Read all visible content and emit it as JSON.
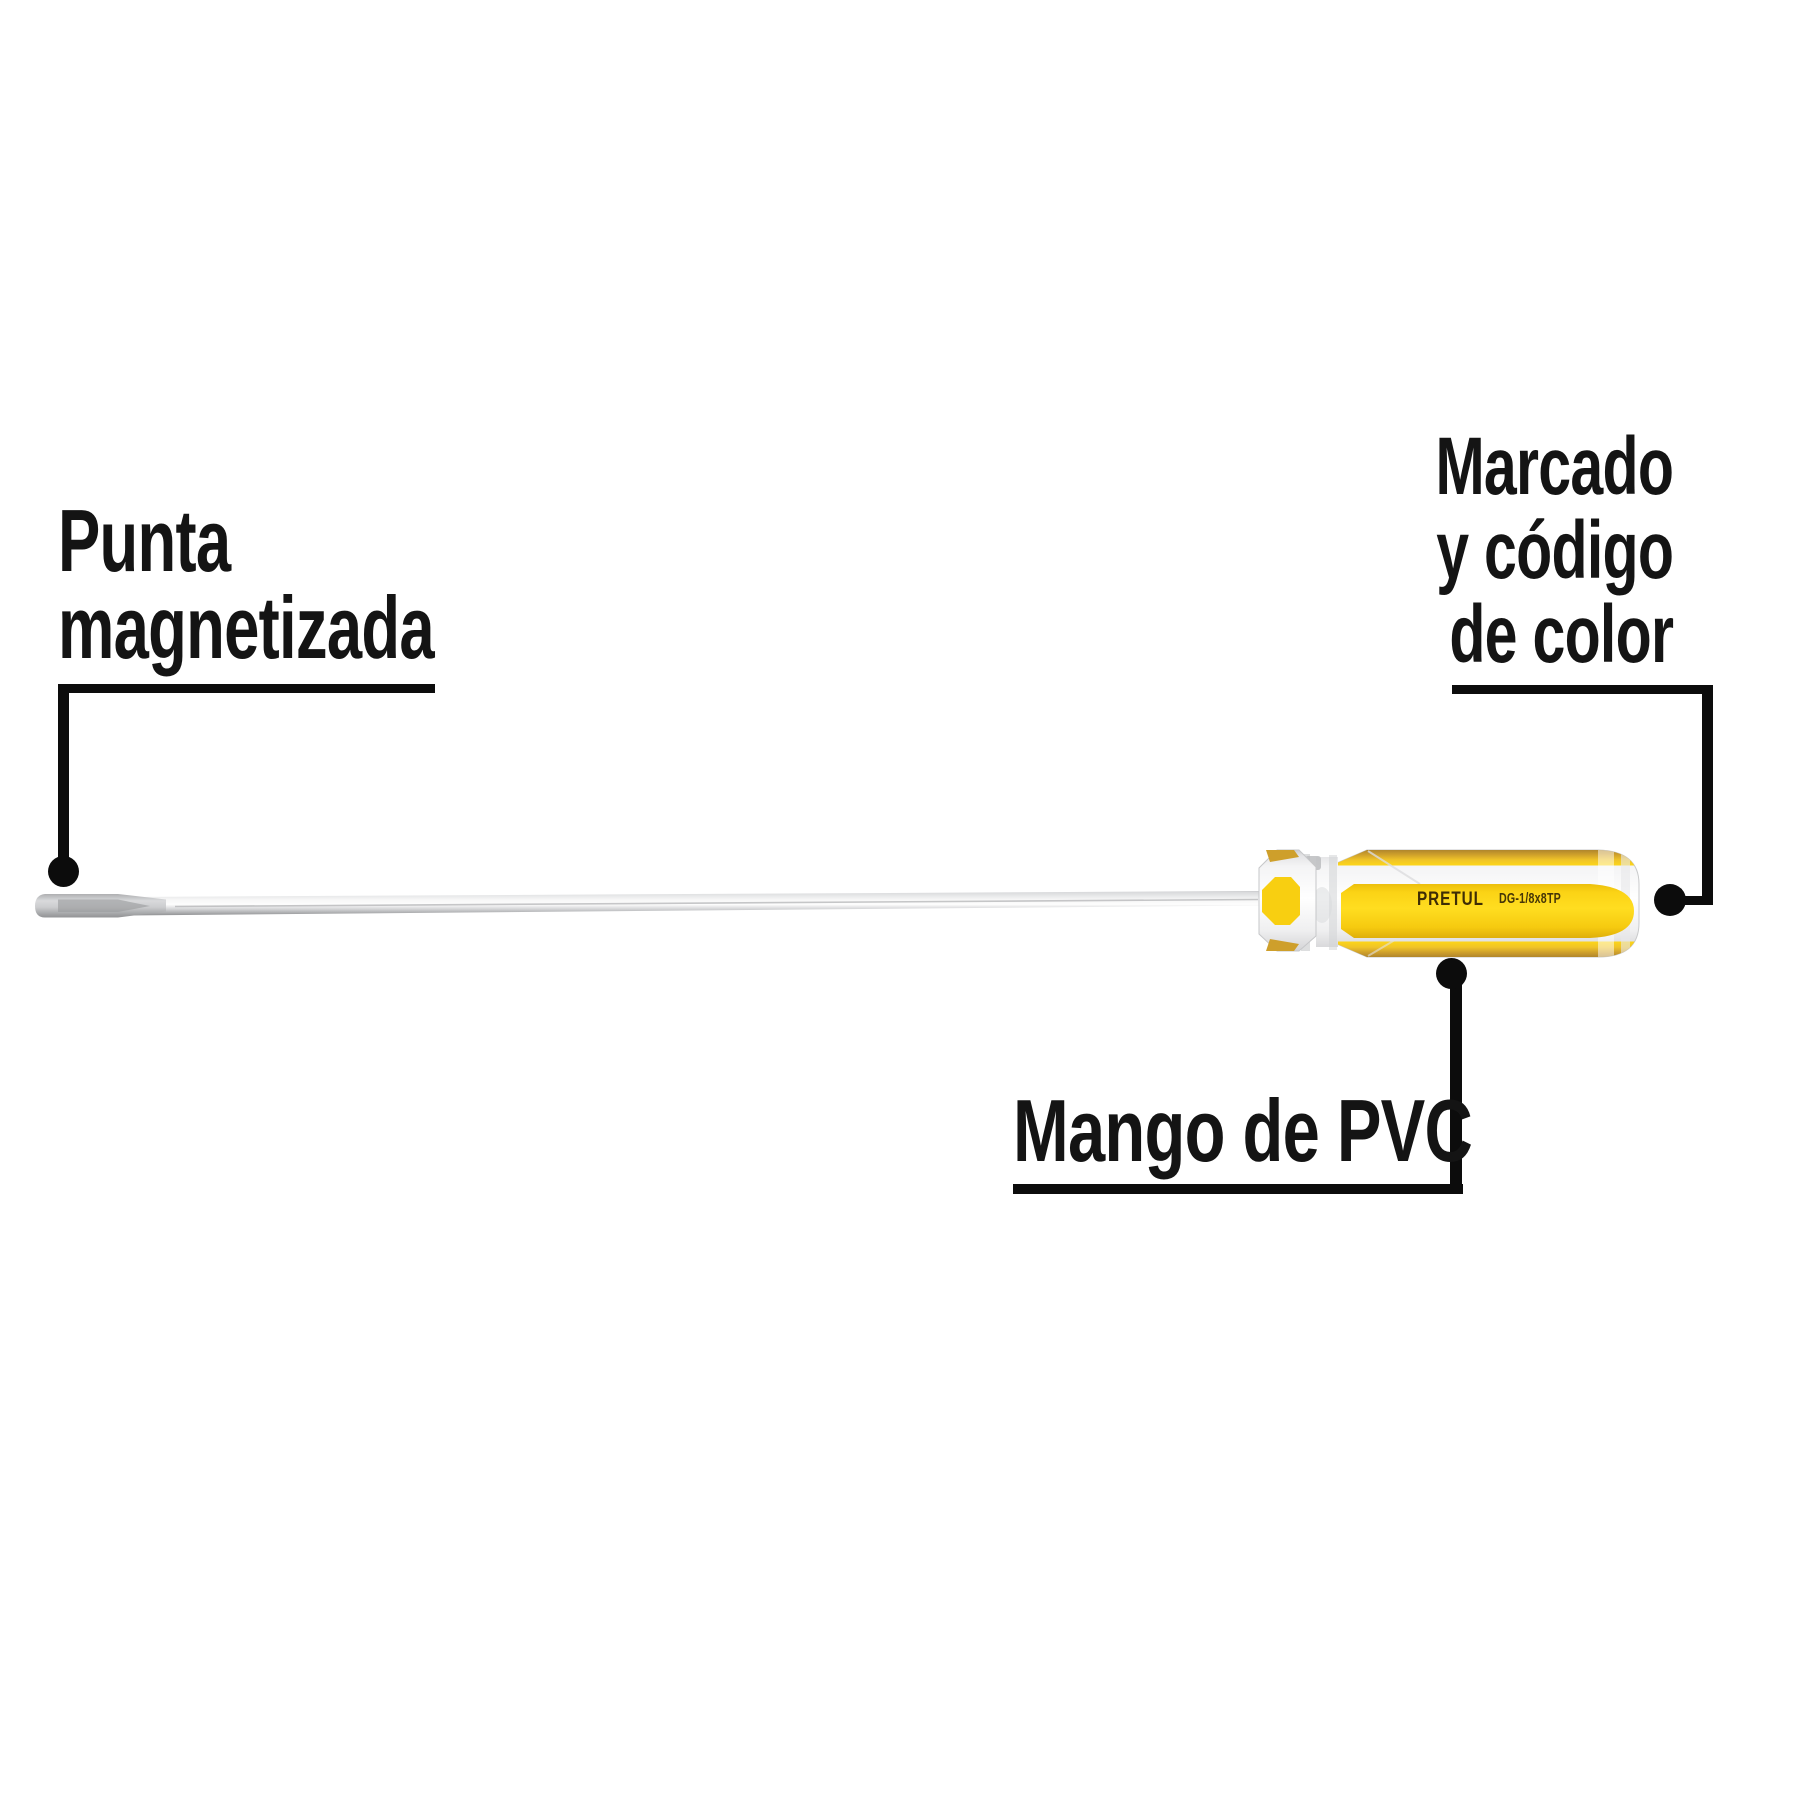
{
  "page": {
    "background": "#ffffff"
  },
  "labels": {
    "tip": {
      "lines": [
        "Punta",
        "magnetizada"
      ]
    },
    "marking": {
      "lines": [
        "Marcado",
        "y código",
        "de color"
      ]
    },
    "handle": {
      "lines": [
        "Mango de PVC"
      ]
    }
  },
  "product": {
    "brand": "PRETUL",
    "model": "DG-1/8x8TP"
  },
  "colors": {
    "label_text": "#141414",
    "callout_line": "#0c0c0c",
    "handle_yellow": "#F8CF11",
    "handle_gold": "#CE9F2B",
    "brand_text": "#3E2D05"
  }
}
